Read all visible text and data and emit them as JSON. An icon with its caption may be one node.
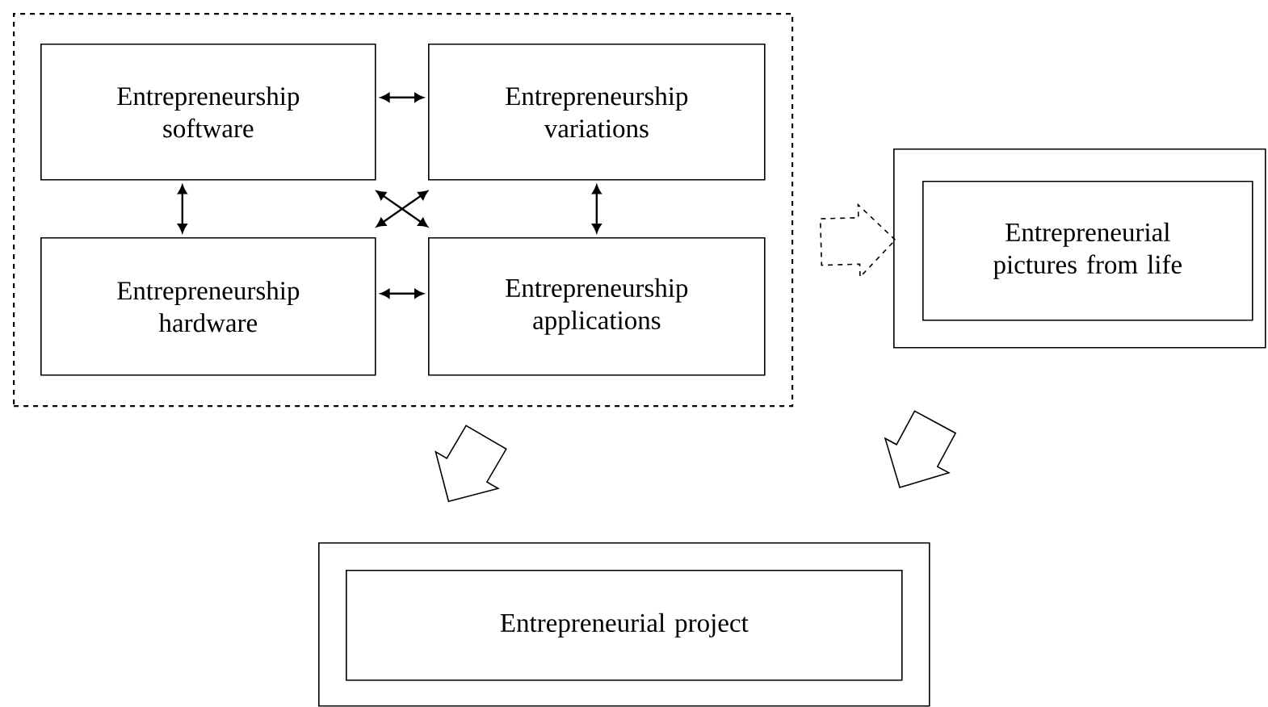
{
  "diagram": {
    "nodes": [
      {
        "text": [],
        "shape": "box"
      },
      {
        "text": [
          "Entrepreneurship software"
        ],
        "in": 0
      },
      {
        "text": [
          "Entrepreneurship variations"
        ],
        "in": 0
      },
      {
        "text": [
          "Entrepreneurship hardware"
        ],
        "in": 0
      },
      {
        "text": [
          "Entrepreneurship applications"
        ],
        "in": 0
      },
      {
        "text": [],
        "shape": "box"
      },
      {
        "text": [
          "Entrepreneurial pictures from life"
        ],
        "in": 5
      },
      {
        "text": [],
        "shape": "box"
      },
      {
        "text": [
          "Entrepreneurial project"
        ],
        "in": 7
      }
    ],
    "edges": [
      {
        "from": 1,
        "to": 2,
        "arrow": "both"
      },
      {
        "from": 1,
        "to": 3,
        "arrow": "both"
      },
      {
        "from": 1,
        "to": 4,
        "arrow": "both"
      },
      {
        "from": 3,
        "to": 2,
        "arrow": "both"
      },
      {
        "from": 2,
        "to": 4,
        "arrow": "both"
      },
      {
        "from": 3,
        "to": 4,
        "arrow": "both"
      },
      {
        "from": 0,
        "to": 5,
        "arrow": "to",
        "style": "dashed"
      },
      {
        "from": 0,
        "to": 7,
        "arrow": "to"
      },
      {
        "from": 5,
        "to": 7,
        "arrow": "to"
      }
    ]
  }
}
